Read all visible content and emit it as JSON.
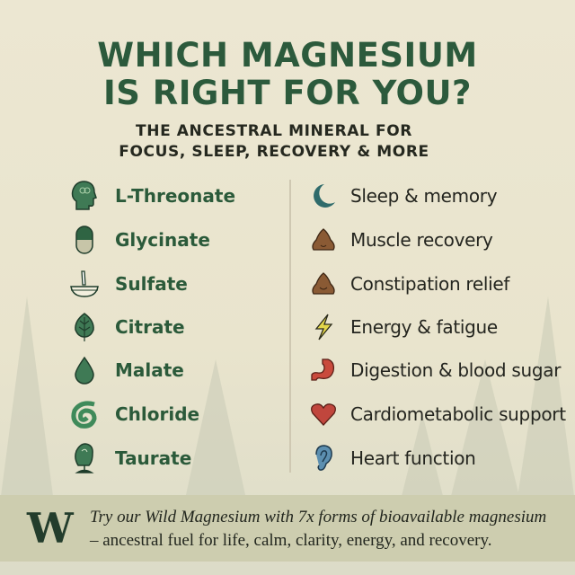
{
  "title": {
    "line1": "WHICH MAGNESIUM",
    "line2": "IS RIGHT FOR YOU?"
  },
  "subtitle": {
    "line1": "THE ANCESTRAL MINERAL FOR",
    "line2": "FOCUS, SLEEP, RECOVERY & MORE"
  },
  "forms": [
    {
      "label": "L-Threonate",
      "icon": "head-brain-icon"
    },
    {
      "label": "Glycinate",
      "icon": "capsule-icon"
    },
    {
      "label": "Sulfate",
      "icon": "mortar-bowl-icon"
    },
    {
      "label": "Citrate",
      "icon": "leaf-icon"
    },
    {
      "label": "Malate",
      "icon": "drop-icon"
    },
    {
      "label": "Chloride",
      "icon": "swirl-icon"
    },
    {
      "label": "Taurate",
      "icon": "head-profile-icon"
    }
  ],
  "benefits": [
    {
      "label": "Sleep & memory",
      "icon": "moon-icon"
    },
    {
      "label": "Muscle recovery",
      "icon": "poop-icon"
    },
    {
      "label": "Constipation relief",
      "icon": "poop-icon"
    },
    {
      "label": "Energy & fatigue",
      "icon": "lightning-icon"
    },
    {
      "label": "Digestion & blood sugar",
      "icon": "stomach-icon"
    },
    {
      "label": "Cardiometabolic support",
      "icon": "heart-icon"
    },
    {
      "label": "Heart function",
      "icon": "ear-icon"
    }
  ],
  "banner": {
    "logo": "W",
    "line1": "Try our Wild Magnesium with 7x forms of bioavailable magnesium",
    "line2": "– ancestral fuel for life, calm, clarity, energy, and recovery."
  },
  "colors": {
    "green": "#2b5a3a",
    "background": "#ece7d2",
    "banner": "#cdcdaf"
  }
}
